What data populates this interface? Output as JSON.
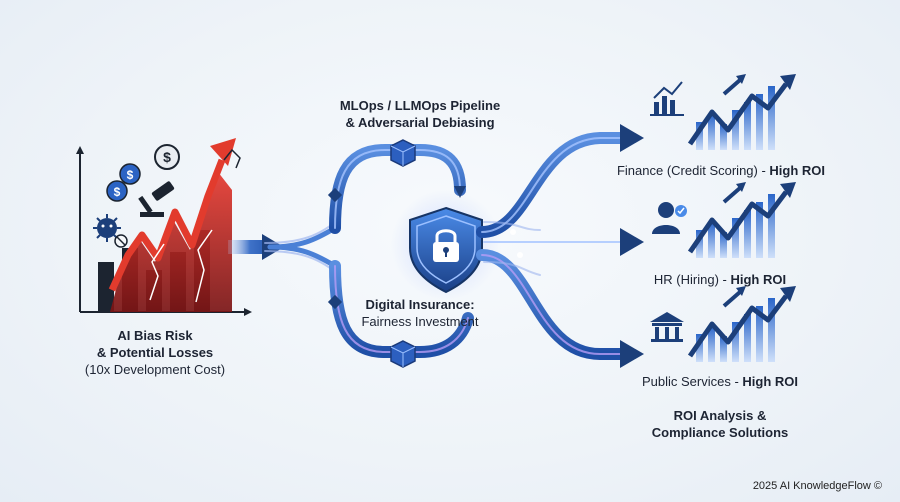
{
  "left": {
    "title_line1": "AI Bias Risk",
    "title_line2": "& Potential Losses",
    "subtitle": "(10x Development Cost)"
  },
  "pipeline": {
    "line1": "MLOps / LLMOps Pipeline",
    "line2": "& Adversarial Debiasing"
  },
  "center": {
    "line1": "Digital Insurance:",
    "line2": "Fairness Investment"
  },
  "outcomes": [
    {
      "name": "Finance (Credit Scoring)",
      "sep": " - ",
      "roi": "High ROI",
      "icon": "chart-icon"
    },
    {
      "name": "HR (Hiring)",
      "sep": " - ",
      "roi": "High ROI",
      "icon": "person-icon"
    },
    {
      "name": "Public Services",
      "sep": " - ",
      "roi": "High ROI",
      "icon": "building-icon"
    }
  ],
  "summary": {
    "line1": "ROI Analysis &",
    "line2": "Compliance Solutions"
  },
  "footer": "2025 AI KnowledgeFlow ©",
  "colors": {
    "risk_red": "#d9302c",
    "flow_blue": "#3a73c9",
    "dark_navy": "#1c3f7a",
    "purple_accent": "#7a63d6",
    "growth_blue": "#2e6fd1"
  }
}
